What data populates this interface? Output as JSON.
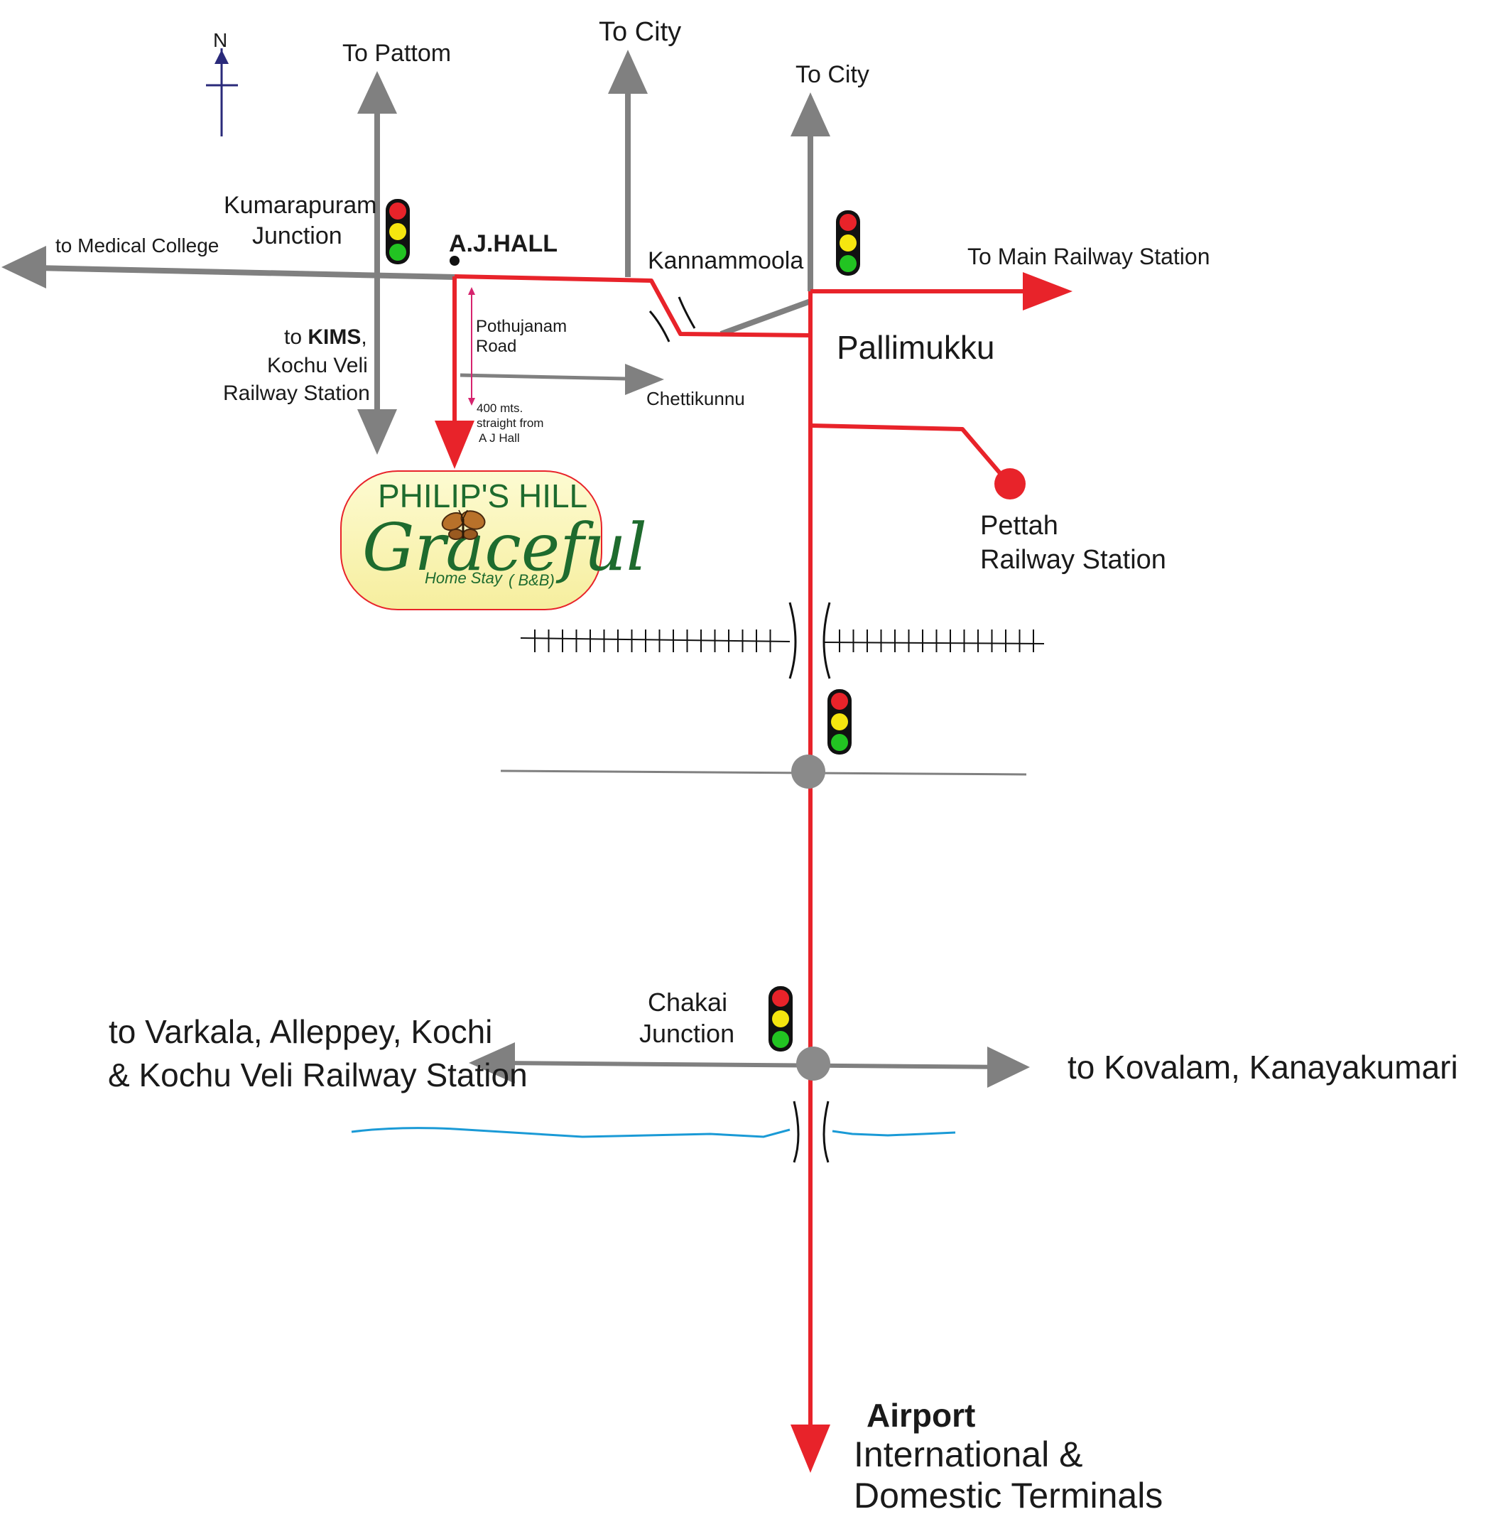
{
  "compass": {
    "label": "N"
  },
  "labels": {
    "to_pattom": "To Pattom",
    "to_city_1": "To City",
    "to_city_2": "To City",
    "kumarapuram_1": "Kumarapuram",
    "kumarapuram_2": "Junction",
    "aj_hall": "A.J.HALL",
    "to_medical_college": "to Medical College",
    "kannammoola": "Kannammoola",
    "to_main_railway": "To Main Railway Station",
    "pallimukku": "Pallimukku",
    "kims_to": "to ",
    "kims_bold": "KIMS",
    "kims_comma": ",",
    "kochu_veli": "Kochu Veli",
    "railway_station": "Railway Station",
    "pothujanam_1": "Pothujanam",
    "pothujanam_2": "Road",
    "chettikunnu": "Chettikunnu",
    "distance_1": "400 mts.",
    "distance_2": "straight from",
    "distance_3": "A J Hall",
    "pettah_1": "Pettah",
    "pettah_2": "Railway Station",
    "chakai_1": "Chakai",
    "chakai_2": "Junction",
    "varkala_1": "to Varkala, Alleppey, Kochi",
    "varkala_2": "& Kochu Veli Railway Station",
    "kovalam": "to Kovalam, Kanayakumari",
    "airport": "Airport",
    "terminals_1": "International &",
    "terminals_2": "Domestic Terminals"
  },
  "brand": {
    "line1": "PHILIP'S HILL",
    "line2": "Graceful",
    "line3": "Home Stay",
    "line4": "( B&B)"
  },
  "colors": {
    "route_red": "#e8232a",
    "road_gray": "#808080",
    "river_blue": "#1a9ad6",
    "compass_blue": "#2a2a7a",
    "signal_red": "#e8232a",
    "signal_yellow": "#f5e60f",
    "signal_green": "#22c422",
    "brand_green": "#1e6b2e",
    "badge_fill": "#fbf5b8"
  }
}
